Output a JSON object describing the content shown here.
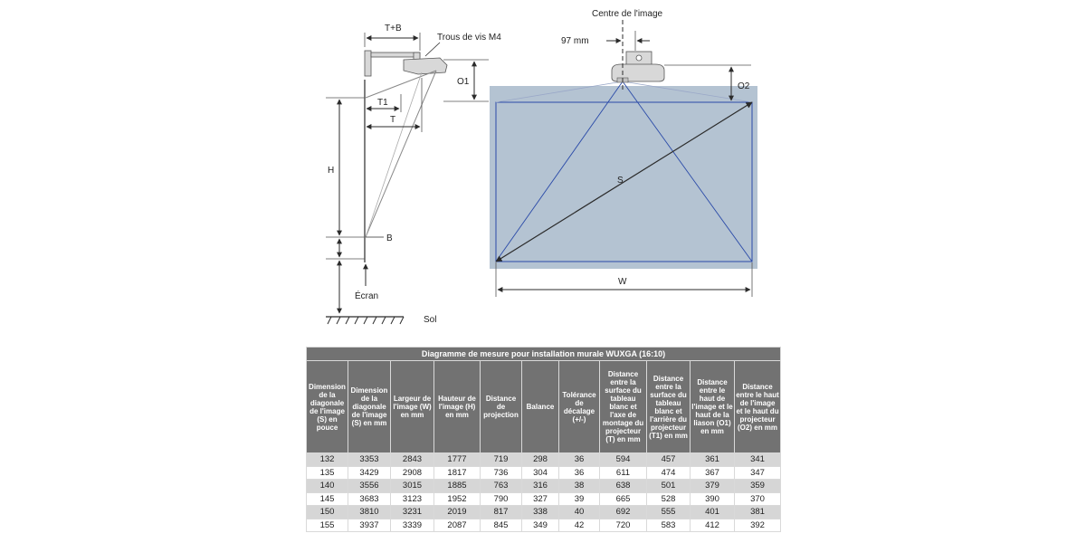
{
  "diagram": {
    "labels": {
      "t_plus_b": "T+B",
      "screw_holes": "Trous de vis M4",
      "image_center": "Centre de l'image",
      "offset_97": "97 mm",
      "o1": "O1",
      "o2": "O2",
      "t1": "T1",
      "t": "T",
      "h": "H",
      "b": "B",
      "screen": "Écran",
      "floor": "Sol",
      "s": "S",
      "w": "W"
    },
    "colors": {
      "screen_fill": "#b4c3d2",
      "line": "#2b2b2b",
      "projection_line": "#2a4aa8",
      "mount": "#d8d8d8"
    }
  },
  "table": {
    "title": "Diagramme de mesure pour installation murale WUXGA (16:10)",
    "headers": [
      "Dimension de la diagonale de l'image (S) en pouce",
      "Dimension de la diagonale de l'image (S) en mm",
      "Largeur de l'image (W) en mm",
      "Hauteur de l'image (H) en mm",
      "Distance de projection",
      "Balance",
      "Tolérance de décalage (+/-)",
      "Distance entre la surface du tableau blanc et l'axe de montage du projecteur (T) en mm",
      "Distance entre la surface du tableau blanc et l'arrière du projecteur (T1) en mm",
      "Distance entre le haut de l'image et le haut de la liason (O1) en mm",
      "Distance entre le haut de l'image et le haut du projecteur (O2) en mm"
    ],
    "rows": [
      [
        "132",
        "3353",
        "2843",
        "1777",
        "719",
        "298",
        "36",
        "594",
        "457",
        "361",
        "341"
      ],
      [
        "135",
        "3429",
        "2908",
        "1817",
        "736",
        "304",
        "36",
        "611",
        "474",
        "367",
        "347"
      ],
      [
        "140",
        "3556",
        "3015",
        "1885",
        "763",
        "316",
        "38",
        "638",
        "501",
        "379",
        "359"
      ],
      [
        "145",
        "3683",
        "3123",
        "1952",
        "790",
        "327",
        "39",
        "665",
        "528",
        "390",
        "370"
      ],
      [
        "150",
        "3810",
        "3231",
        "2019",
        "817",
        "338",
        "40",
        "692",
        "555",
        "401",
        "381"
      ],
      [
        "155",
        "3937",
        "3339",
        "2087",
        "845",
        "349",
        "42",
        "720",
        "583",
        "412",
        "392"
      ]
    ]
  }
}
